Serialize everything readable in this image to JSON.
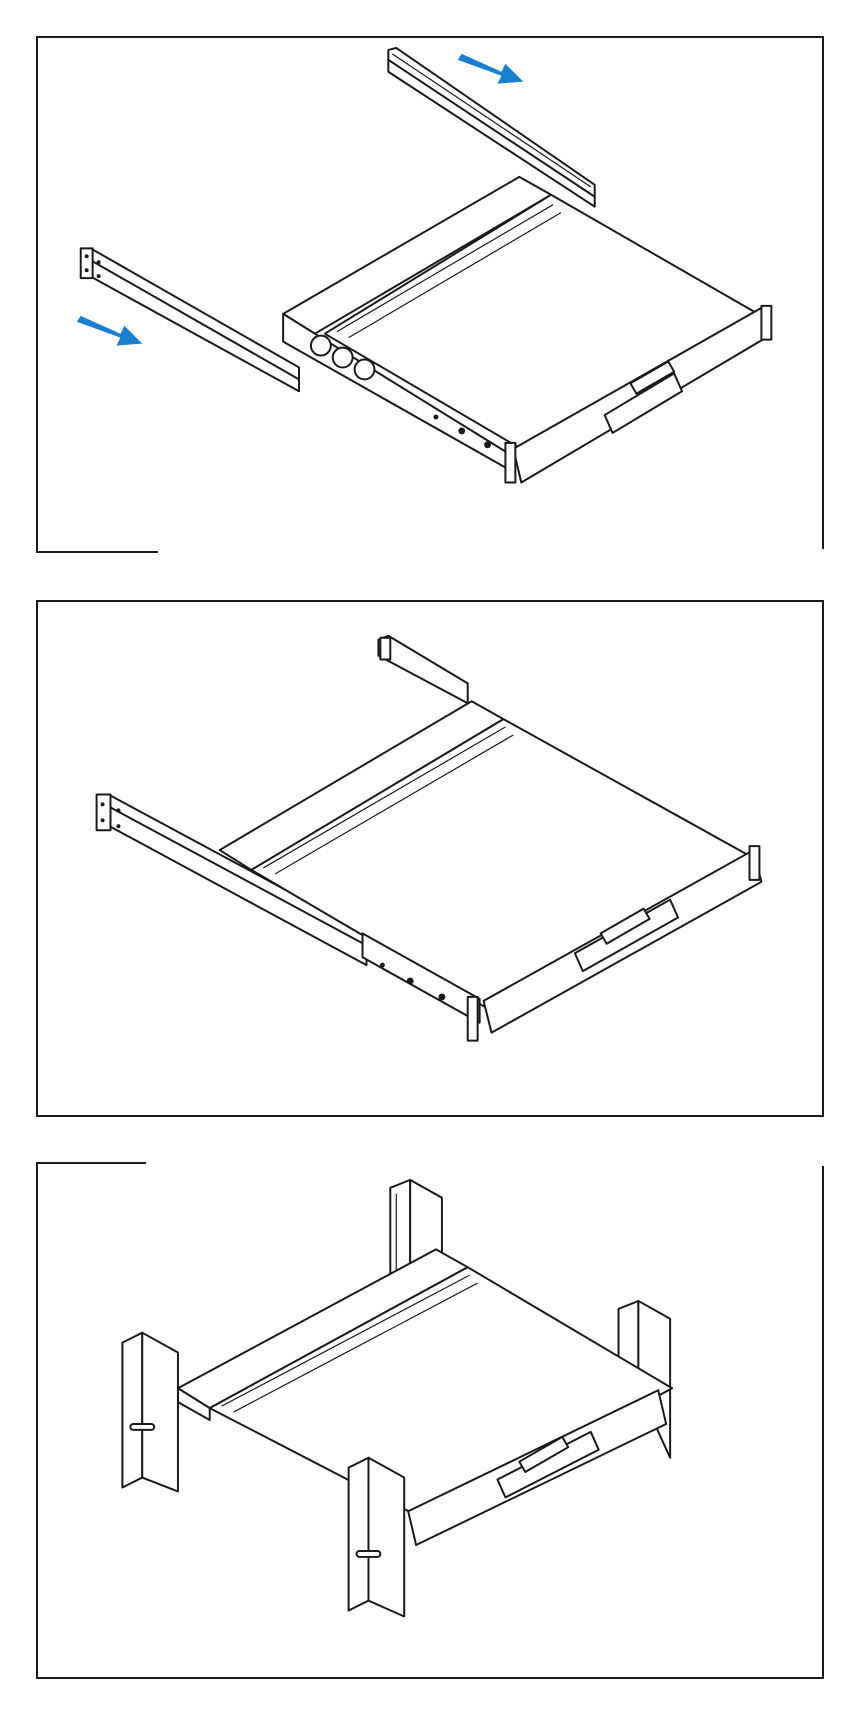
{
  "figure": {
    "panels": [
      {
        "id": "step-1",
        "arrows": 2
      },
      {
        "id": "step-2",
        "arrows": 0
      },
      {
        "id": "step-3",
        "arrows": 0
      }
    ],
    "arrow_color": "#1a7fd0",
    "line_color": "#1a1a1a",
    "background": "#ffffff"
  }
}
